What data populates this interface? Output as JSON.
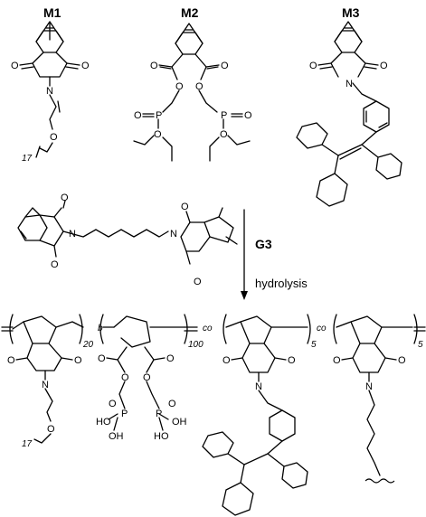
{
  "monomers": {
    "m1": "M1",
    "m2": "M2",
    "m3": "M3"
  },
  "reaction": {
    "catalyst": "G3",
    "step": "hydrolysis"
  },
  "atoms": {
    "O": "O",
    "N": "N",
    "P": "P",
    "OH": "OH",
    "HO": "HO"
  },
  "polymer": {
    "n1": "20",
    "b": "b",
    "n2": "100",
    "co1": "co",
    "n3": "5",
    "co2": "co",
    "n4": "5"
  },
  "peg_repeat": "17"
}
